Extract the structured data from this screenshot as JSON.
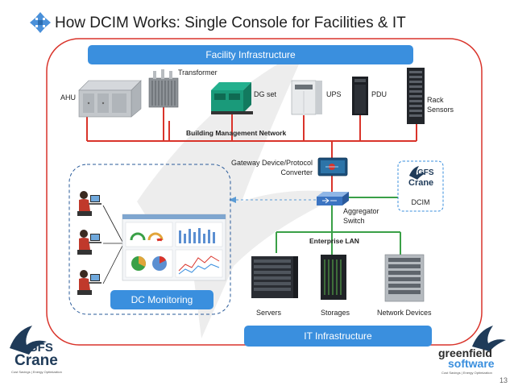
{
  "slide": {
    "title": "How DCIM Works: Single Console for Facilities & IT",
    "page_number": "13"
  },
  "facility": {
    "banner": "Facility Infrastructure",
    "ahu": "AHU",
    "transformer": "Transformer",
    "dg_set": "DG set",
    "ups": "UPS",
    "pdu": "PDU",
    "rack_sensors_1": "Rack",
    "rack_sensors_2": "Sensors",
    "bms": "Building Management Network"
  },
  "gateway": {
    "label_1": "Gateway Device/Protocol",
    "label_2": "Converter"
  },
  "aggregator": {
    "label_1": "Aggregator",
    "label_2": "Switch"
  },
  "dcim": {
    "label": "DCIM",
    "logo_top": "GFS",
    "logo_bottom": "Crane"
  },
  "it": {
    "lan": "Enterprise LAN",
    "servers": "Servers",
    "storages": "Storages",
    "network_devices": "Network Devices",
    "banner": "IT Infrastructure"
  },
  "monitoring": {
    "label": "DC Monitoring"
  },
  "logos": {
    "gfs_top": "GFS",
    "gfs_bottom": "Crane",
    "gfs_tagline": "Cost Savings | Energy Optimization",
    "gs_top": "greenfield",
    "gs_bottom": "software",
    "gs_tagline": "Cost Savings | Energy Optimization"
  },
  "colors": {
    "accent_blue": "#3a8fde",
    "red_line": "#d9342b",
    "green_line": "#3aa047",
    "title_icon": "#4a90d9"
  }
}
